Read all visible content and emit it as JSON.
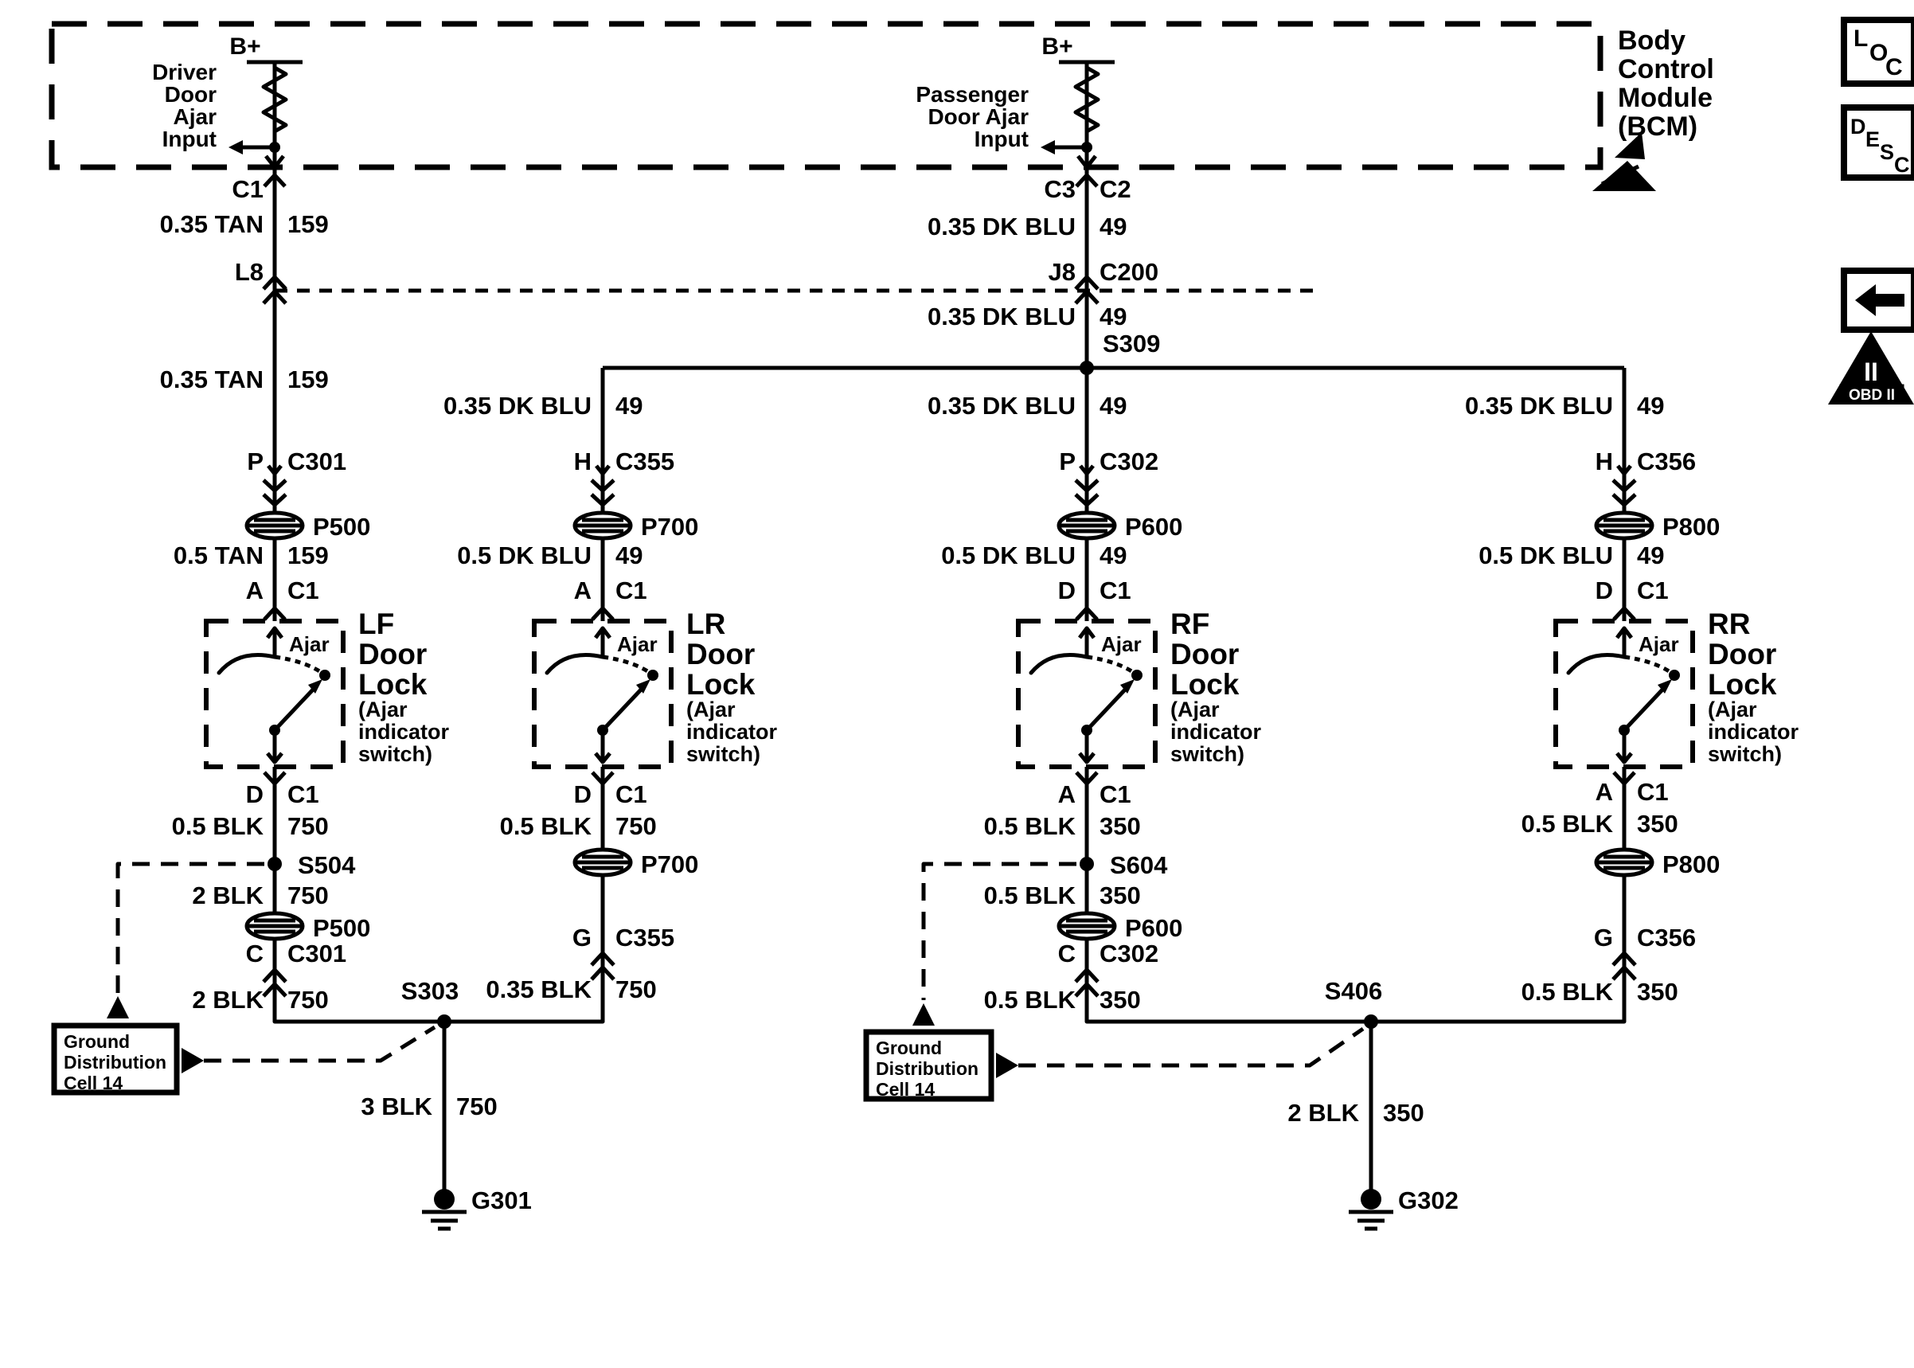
{
  "colors": {
    "ink": "#000000",
    "paper": "#ffffff"
  },
  "bcm": {
    "title": [
      "Body",
      "Control",
      "Module",
      "(BCM)"
    ],
    "driver": {
      "b_plus": "B+",
      "label": [
        "Driver",
        "Door",
        "Ajar",
        "Input"
      ]
    },
    "passenger": {
      "b_plus": "B+",
      "label": [
        "Passenger",
        "Door Ajar",
        "Input"
      ]
    }
  },
  "icons": {
    "loc": [
      "L",
      "O",
      "C"
    ],
    "desc": [
      "D",
      "E",
      "S",
      "C"
    ],
    "obd2": {
      "numeral": "II",
      "label": "OBD II"
    }
  },
  "bus": {
    "c3": "C3",
    "c2": "C2",
    "w1": [
      "0.35 DK BLU",
      "49"
    ],
    "j8": "J8",
    "c200": "C200",
    "w2": [
      "0.35 DK BLU",
      "49"
    ],
    "splice": "S309"
  },
  "columns": {
    "lf": {
      "c_top": "C1",
      "w1": [
        "0.35 TAN",
        "159"
      ],
      "l8": "L8",
      "w2": [
        "0.35 TAN",
        "159"
      ],
      "conn1": [
        "P",
        "C301"
      ],
      "gr1": "P500",
      "w3": [
        "0.5 TAN",
        "159"
      ],
      "conn2": [
        "A",
        "C1"
      ],
      "ajar": "Ajar",
      "title": [
        "LF",
        "Door",
        "Lock"
      ],
      "subtitle": [
        "(Ajar",
        "indicator",
        "switch)"
      ],
      "conn3": [
        "D",
        "C1"
      ],
      "w4": [
        "0.5 BLK",
        "750"
      ],
      "splice": "S504",
      "w5": [
        "2 BLK",
        "750"
      ],
      "gr2": "P500",
      "conn4": [
        "C",
        "C301"
      ],
      "w6": [
        "2 BLK",
        "750"
      ]
    },
    "lr": {
      "w0": [
        "0.35 DK BLU",
        "49"
      ],
      "conn1": [
        "H",
        "C355"
      ],
      "gr1": "P700",
      "w3": [
        "0.5 DK BLU",
        "49"
      ],
      "conn2": [
        "A",
        "C1"
      ],
      "ajar": "Ajar",
      "title": [
        "LR",
        "Door",
        "Lock"
      ],
      "subtitle": [
        "(Ajar",
        "indicator",
        "switch)"
      ],
      "conn3": [
        "D",
        "C1"
      ],
      "w4": [
        "0.5 BLK",
        "750"
      ],
      "gr2": "P700",
      "conn4": [
        "G",
        "C355"
      ],
      "w6": [
        "0.35 BLK",
        "750"
      ]
    },
    "rf": {
      "w0": [
        "0.35 DK BLU",
        "49"
      ],
      "conn1": [
        "P",
        "C302"
      ],
      "gr1": "P600",
      "w3": [
        "0.5 DK BLU",
        "49"
      ],
      "conn2": [
        "D",
        "C1"
      ],
      "ajar": "Ajar",
      "title": [
        "RF",
        "Door",
        "Lock"
      ],
      "subtitle": [
        "(Ajar",
        "indicator",
        "switch)"
      ],
      "conn3": [
        "A",
        "C1"
      ],
      "w4": [
        "0.5 BLK",
        "350"
      ],
      "splice": "S604",
      "w5": [
        "0.5 BLK",
        "350"
      ],
      "gr2": "P600",
      "conn4": [
        "C",
        "C302"
      ],
      "w6": [
        "0.5 BLK",
        "350"
      ]
    },
    "rr": {
      "w0": [
        "0.35 DK BLU",
        "49"
      ],
      "conn1": [
        "H",
        "C356"
      ],
      "gr1": "P800",
      "w3": [
        "0.5 DK BLU",
        "49"
      ],
      "conn2": [
        "D",
        "C1"
      ],
      "ajar": "Ajar",
      "title": [
        "RR",
        "Door",
        "Lock"
      ],
      "subtitle": [
        "(Ajar",
        "indicator",
        "switch)"
      ],
      "conn3": [
        "A",
        "C1"
      ],
      "w4": [
        "0.5 BLK",
        "350"
      ],
      "gr2": "P800",
      "conn4": [
        "G",
        "C356"
      ],
      "w6": [
        "0.5 BLK",
        "350"
      ]
    }
  },
  "grounds": {
    "left": {
      "splice": "S303",
      "wire": [
        "3 BLK",
        "750"
      ],
      "gid": "G301",
      "ref": [
        "Ground",
        "Distribution",
        "Cell 14"
      ]
    },
    "right": {
      "splice": "S406",
      "wire": [
        "2 BLK",
        "350"
      ],
      "gid": "G302",
      "ref": [
        "Ground",
        "Distribution",
        "Cell 14"
      ]
    }
  }
}
